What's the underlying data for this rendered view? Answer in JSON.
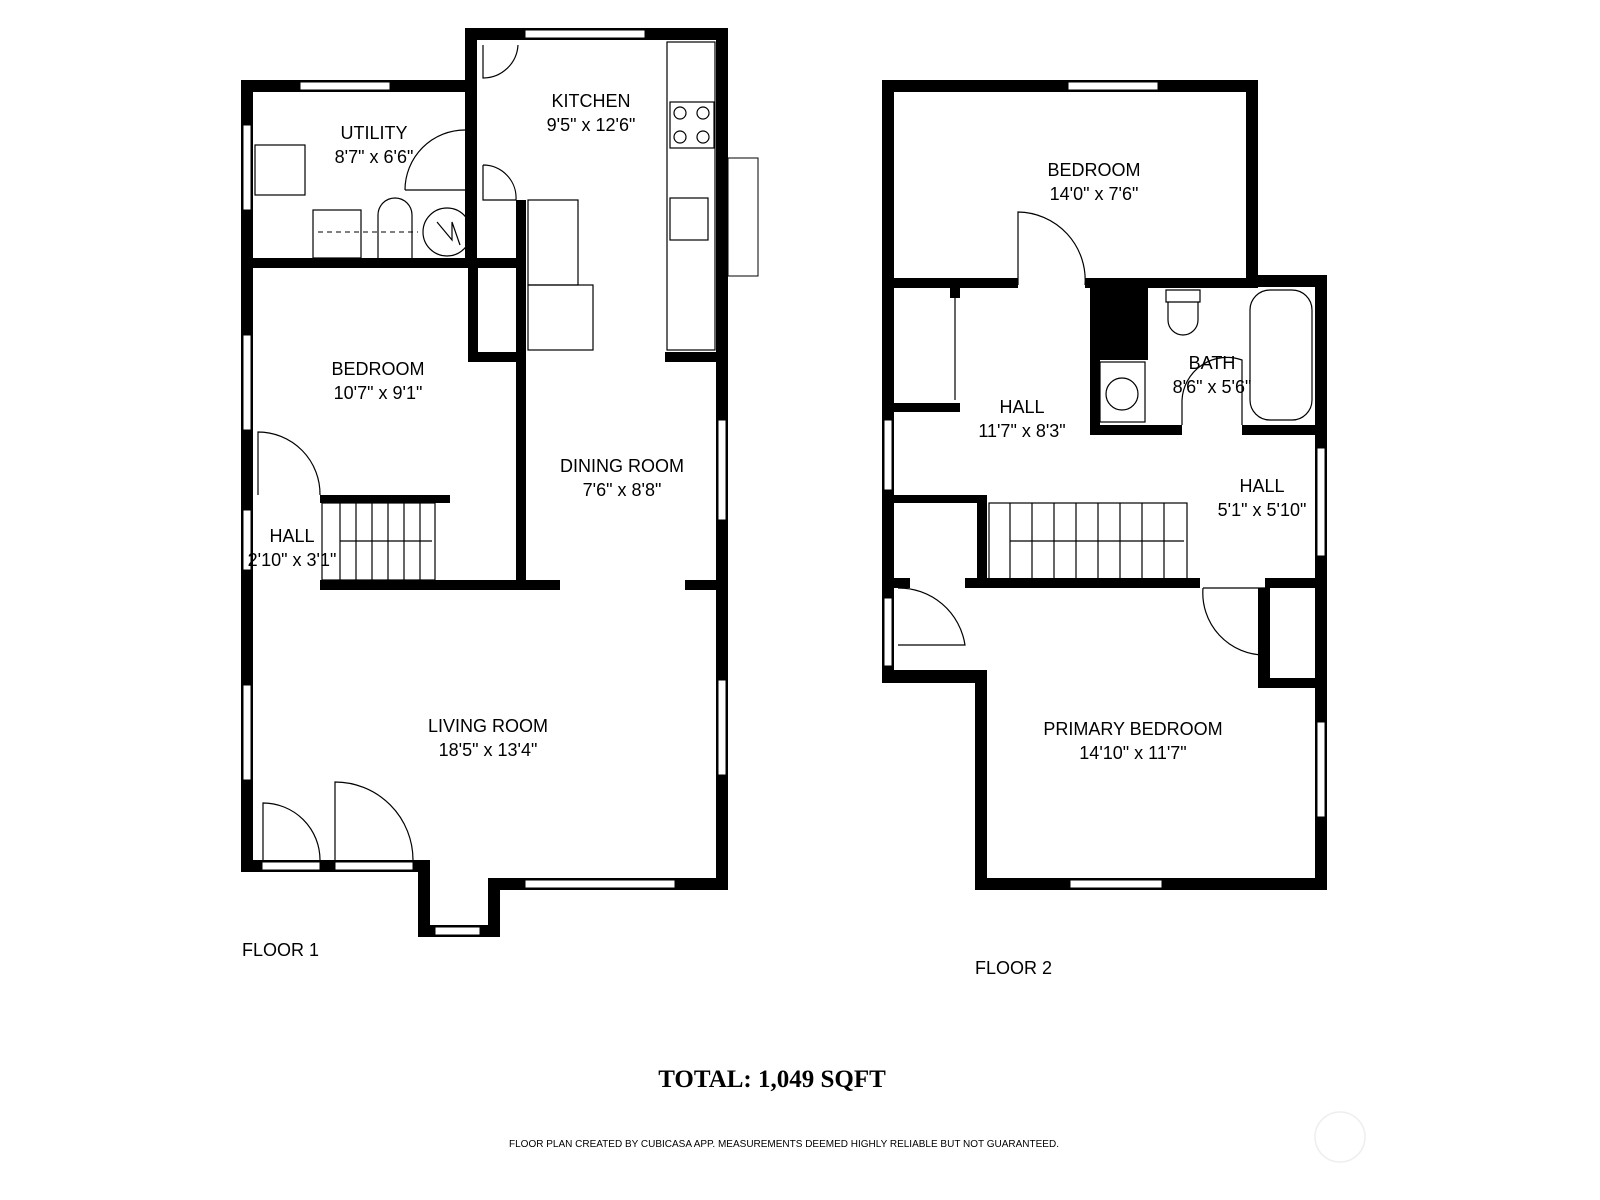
{
  "floors": [
    {
      "label": "FLOOR 1",
      "rooms": [
        {
          "name": "UTILITY",
          "size": "8'7\" x 6'6\""
        },
        {
          "name": "KITCHEN",
          "size": "9'5\" x 12'6\""
        },
        {
          "name": "BEDROOM",
          "size": "10'7\" x 9'1\""
        },
        {
          "name": "DINING ROOM",
          "size": "7'6\" x 8'8\""
        },
        {
          "name": "HALL",
          "size": "2'10\" x 3'1\""
        },
        {
          "name": "LIVING ROOM",
          "size": "18'5\" x 13'4\""
        }
      ]
    },
    {
      "label": "FLOOR 2",
      "rooms": [
        {
          "name": "BEDROOM",
          "size": "14'0\" x 7'6\""
        },
        {
          "name": "HALL",
          "size": "11'7\" x 8'3\""
        },
        {
          "name": "BATH",
          "size": "8'6\" x 5'6\""
        },
        {
          "name": "HALL",
          "size": "5'1\" x 5'10\""
        },
        {
          "name": "PRIMARY BEDROOM",
          "size": "14'10\" x 11'7\""
        }
      ]
    }
  ],
  "total": "TOTAL: 1,049 SQFT",
  "disclaimer": "FLOOR PLAN CREATED BY CUBICASA APP. MEASUREMENTS DEEMED HIGHLY RELIABLE BUT NOT GUARANTEED."
}
